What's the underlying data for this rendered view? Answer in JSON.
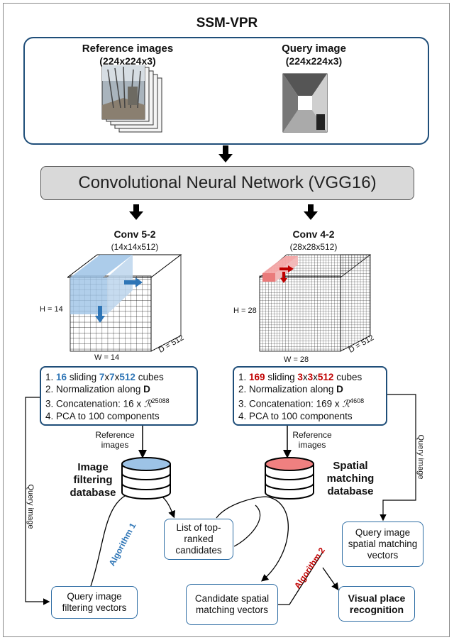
{
  "title": "SSM-VPR",
  "input": {
    "reference_label": "Reference images",
    "reference_size": "(224x224x3)",
    "query_label": "Query image",
    "query_size": "(224x224x3)"
  },
  "cnn_label": "Convolutional Neural Network (VGG16)",
  "left_branch": {
    "layer": "Conv 5-2",
    "dims": "(14x14x512)",
    "h_label": "H = 14",
    "w_label": "W = 14",
    "d_label": "D = 512",
    "steps": {
      "s1_num": "1.",
      "s1_count": "16",
      "s1_mid": "sliding",
      "s1_a": "7",
      "s1_x1": "x",
      "s1_b": "7",
      "s1_x2": "x",
      "s1_c": "512",
      "s1_end": "cubes",
      "s2": "2. Normalization along",
      "s2_d": "D",
      "s3": "3. Concatenation: 16 x",
      "s3_r": "ℛ",
      "s3_exp": "25088",
      "s4": "4. PCA to 100 components"
    },
    "ref_images_label": "Reference images",
    "db_label": "Image filtering database",
    "accent": "#2e75b6"
  },
  "right_branch": {
    "layer": "Conv 4-2",
    "dims": "(28x28x512)",
    "h_label": "H = 28",
    "w_label": "W = 28",
    "d_label": "D = 512",
    "steps": {
      "s1_num": "1.",
      "s1_count": "169",
      "s1_mid": "sliding",
      "s1_a": "3",
      "s1_x1": "x",
      "s1_b": "3",
      "s1_x2": "x",
      "s1_c": "512",
      "s1_end": "cubes",
      "s2": "2. Normalization along",
      "s2_d": "D",
      "s3": "3. Concatenation: 169 x",
      "s3_r": "ℛ",
      "s3_exp": "4608",
      "s4": "4. PCA to 100 components"
    },
    "ref_images_label": "Reference images",
    "db_label": "Spatial matching database",
    "accent": "#c00000"
  },
  "query_image_left": "Query image",
  "query_image_right": "Query image",
  "nodes": {
    "top_ranked": "List of top-ranked candidates",
    "query_filtering": "Query image filtering vectors",
    "candidate_spatial": "Candidate spatial matching vectors",
    "query_spatial": "Query image spatial matching vectors",
    "visual_place": "Visual place recognition"
  },
  "algorithm1": "Algorithm 1",
  "algorithm2": "Algorithm 2"
}
